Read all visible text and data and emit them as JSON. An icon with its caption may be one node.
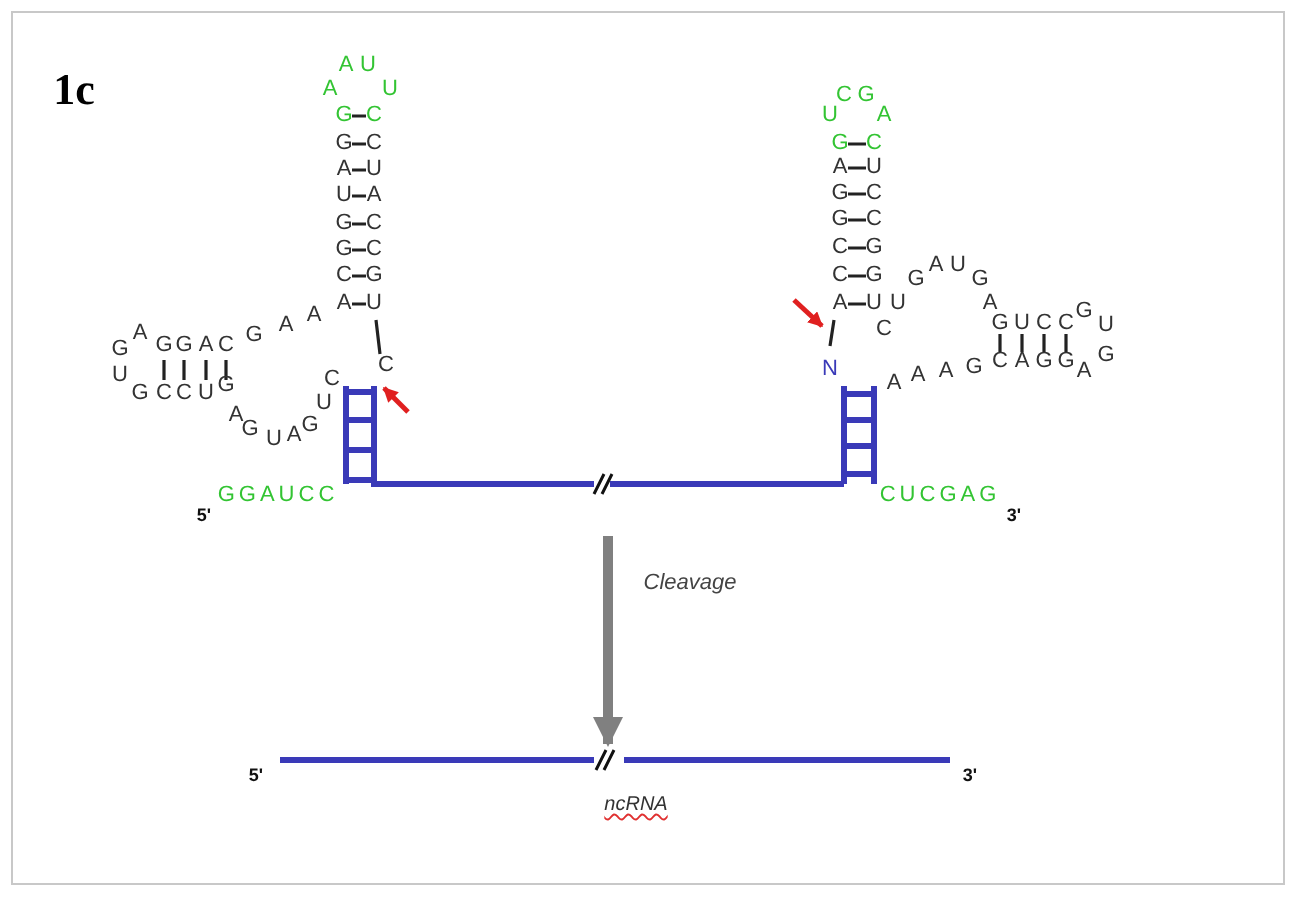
{
  "diagram": {
    "nodes": [
      {
        "text": [
          "A",
          "U",
          "A",
          "U",
          "G",
          "C",
          "G",
          "C",
          "A",
          "U",
          "U",
          "A",
          "G",
          "C",
          "G",
          "C",
          "C",
          "G",
          "A",
          "U",
          "C",
          "A",
          "A",
          "G",
          "G",
          "A",
          "G",
          "G",
          "A",
          "C",
          "U",
          "G",
          "C",
          "C",
          "U",
          "G",
          "A",
          "G",
          "U",
          "A",
          "G",
          "U",
          "C",
          "GGAUCC",
          "5'",
          "C",
          "G",
          "U",
          "A",
          "G",
          "C",
          "A",
          "U",
          "G",
          "C",
          "G",
          "C",
          "C",
          "G",
          "C",
          "G",
          "A",
          "U",
          "U",
          "C",
          "G",
          "A",
          "U",
          "G",
          "A",
          "G",
          "U",
          "C",
          "C",
          "G",
          "U",
          "C",
          "A",
          "G",
          "G",
          "A",
          "G",
          "N",
          "A",
          "A",
          "A",
          "G",
          "CUCGAG",
          "3'"
        ]
      },
      {
        "text": [
          "5'",
          "3'",
          "ncRNA"
        ]
      }
    ],
    "edges": [
      {
        "from": 0,
        "to": 1,
        "arrow": "to",
        "label": "Cleavage"
      }
    ],
    "labels": [
      "1c"
    ]
  }
}
